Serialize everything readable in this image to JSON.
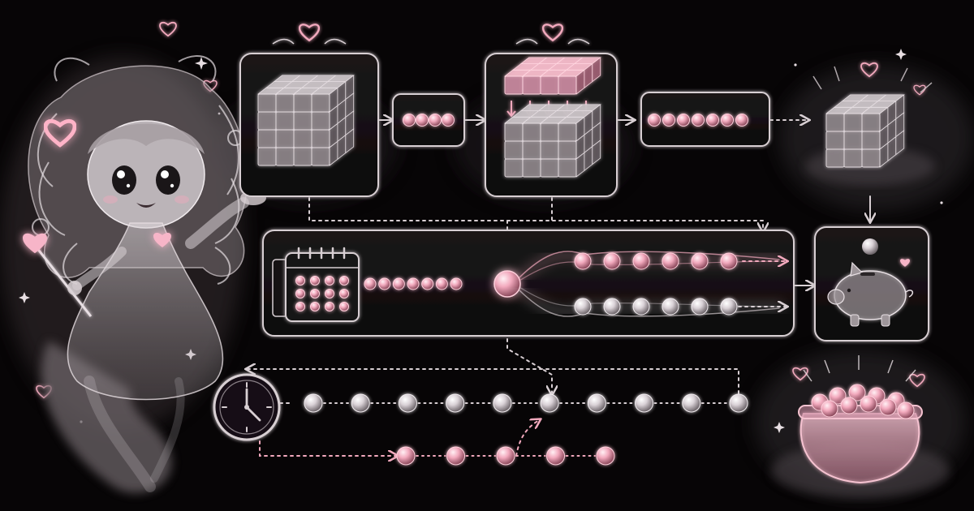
{
  "colors": {
    "background": "#070506",
    "frame": "#d8cfd3",
    "pink": "#f2a9bd",
    "pink_glow": "#ff8fb1",
    "pearl": "#e4dde1",
    "smoke": "#4a4347"
  },
  "icons": {
    "character": "fairy-girl-icon",
    "wand": "heart-wand-icon",
    "cube": "cube-stack-icon",
    "calendar": "calendar-icon",
    "clock": "clock-icon",
    "piggy": "piggy-bank-icon",
    "pot": "treasure-pot-icon",
    "heart": "heart-icon"
  },
  "diagram": {
    "top_row": {
      "cube_boxes": 2,
      "chain_boxes": 2,
      "chain1_beads": 4,
      "chain2_beads": 7
    },
    "middle_row": {
      "calendar_cells": 12,
      "input_beads": 7,
      "pink_stream_beads": 6,
      "pearl_stream_beads": 6
    },
    "bottom_row": {
      "pearl_timeline_beads": 10,
      "pink_timeline_beads": 5
    }
  }
}
